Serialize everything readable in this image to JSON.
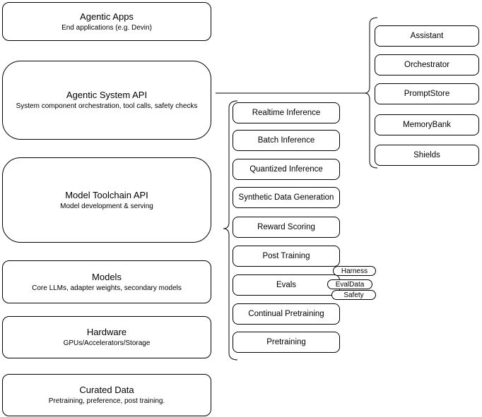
{
  "left_stack": {
    "items": [
      {
        "title": "Agentic Apps",
        "subtitle": "End applications (e.g. Devin)"
      },
      {
        "title": "Agentic System API",
        "subtitle": "System component orchestration, tool calls, safety checks"
      },
      {
        "title": "Model Toolchain API",
        "subtitle": "Model development & serving"
      },
      {
        "title": "Models",
        "subtitle": "Core LLMs, adapter weights, secondary models"
      },
      {
        "title": "Hardware",
        "subtitle": "GPUs/Accelerators/Storage"
      },
      {
        "title": "Curated Data",
        "subtitle": "Pretraining, preference, post training."
      }
    ]
  },
  "toolchain_group": {
    "items": [
      "Realtime Inference",
      "Batch Inference",
      "Quantized Inference",
      "Synthetic Data Generation",
      "Reward Scoring",
      "Post Training",
      "Evals",
      "Continual Pretraining",
      "Pretraining"
    ],
    "eval_badges": [
      "Harness",
      "EvalData",
      "Safety"
    ]
  },
  "system_group": {
    "items": [
      "Assistant",
      "Orchestrator",
      "PromptStore",
      "MemoryBank",
      "Shields"
    ]
  },
  "colors": {
    "stroke": "#000000",
    "background": "#ffffff",
    "text": "#000000"
  }
}
